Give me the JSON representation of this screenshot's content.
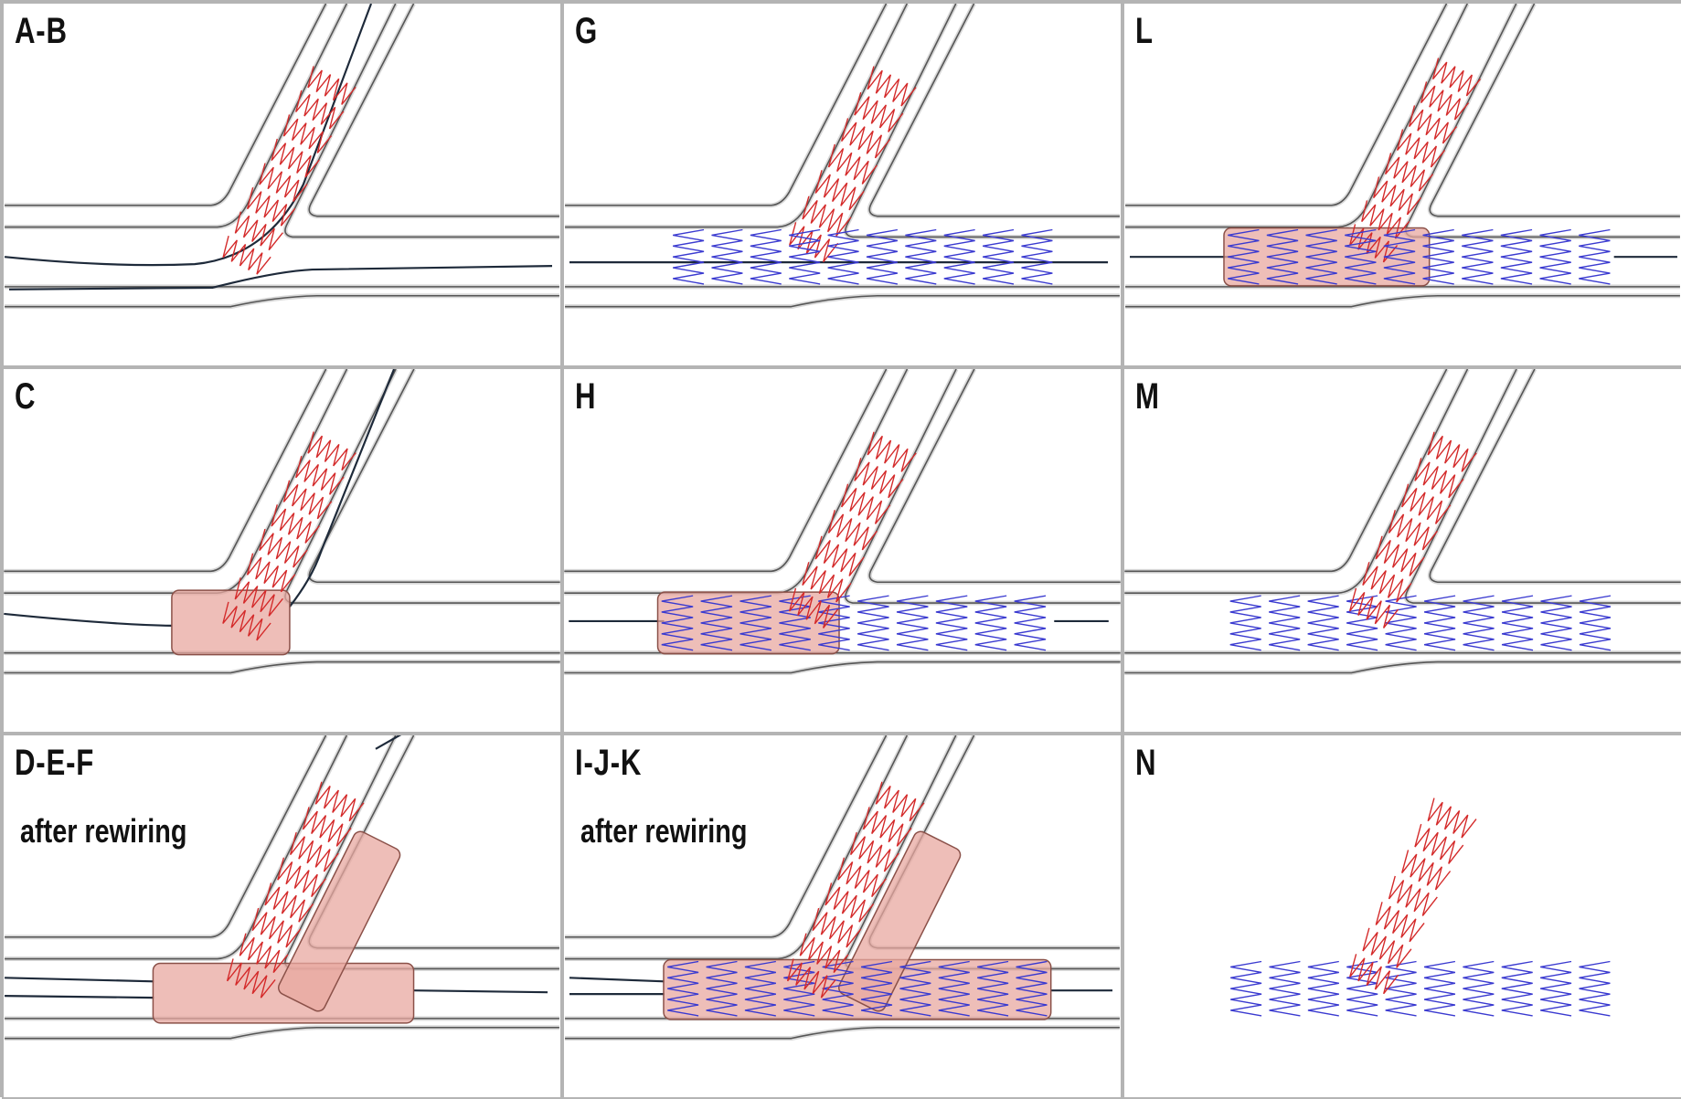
{
  "figure": {
    "panels": [
      {
        "label": "A-B"
      },
      {
        "label": "G"
      },
      {
        "label": "L"
      },
      {
        "label": "C"
      },
      {
        "label": "H"
      },
      {
        "label": "M"
      },
      {
        "label": "D-E-F",
        "note": "after rewiring"
      },
      {
        "label": "I-J-K",
        "note": "after rewiring"
      },
      {
        "label": "N"
      }
    ],
    "colors": {
      "side_branch_stent": "#d42a2a",
      "main_vessel_stent": "#3a3ad0",
      "balloon_fill": "#e8a8a0",
      "balloon_stroke": "#8a5048",
      "vessel_wall": "#555555",
      "wire": "#1e2a3a"
    }
  }
}
